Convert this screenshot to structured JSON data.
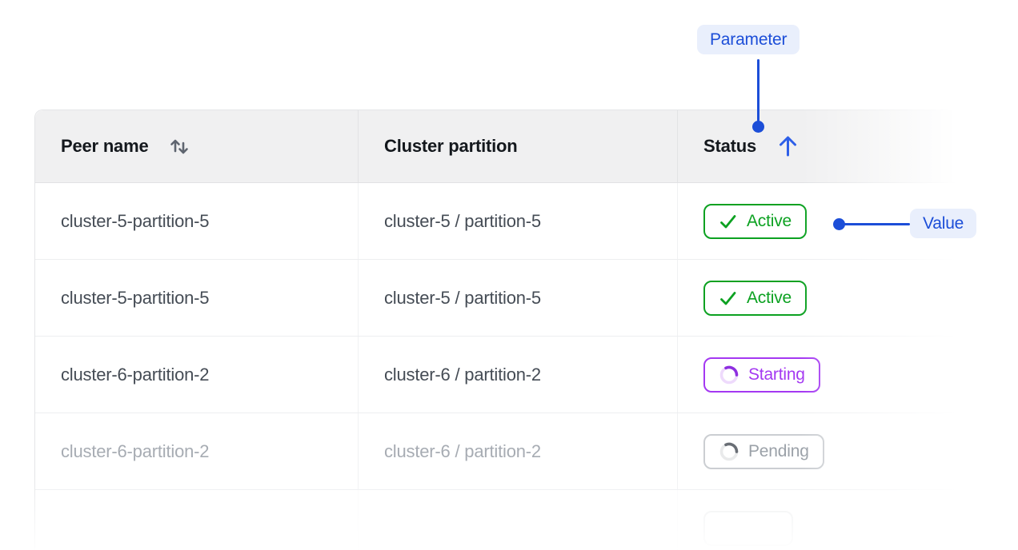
{
  "annotations": {
    "parameter_label": "Parameter",
    "value_label": "Value",
    "accent_color": "#1c4ed8",
    "pill_bg": "#e9effc"
  },
  "table": {
    "columns": [
      {
        "label": "Peer name",
        "sort": "unsorted"
      },
      {
        "label": "Cluster partition",
        "sort": "none"
      },
      {
        "label": "Status",
        "sort": "ascending"
      }
    ],
    "rows": [
      {
        "peer_name": "cluster-5-partition-5",
        "cluster_partition": "cluster-5 / partition-5",
        "status": "Active"
      },
      {
        "peer_name": "cluster-5-partition-5",
        "cluster_partition": "cluster-5 / partition-5",
        "status": "Active"
      },
      {
        "peer_name": "cluster-6-partition-2",
        "cluster_partition": "cluster-6 / partition-2",
        "status": "Starting"
      },
      {
        "peer_name": "cluster-6-partition-2",
        "cluster_partition": "cluster-6 / partition-2",
        "status": "Pending"
      },
      {
        "peer_name": "",
        "cluster_partition": "",
        "status": ""
      }
    ],
    "status_colors": {
      "active": "#0ca121",
      "starting": "#a438f2",
      "pending": "#9ba1a8"
    }
  }
}
